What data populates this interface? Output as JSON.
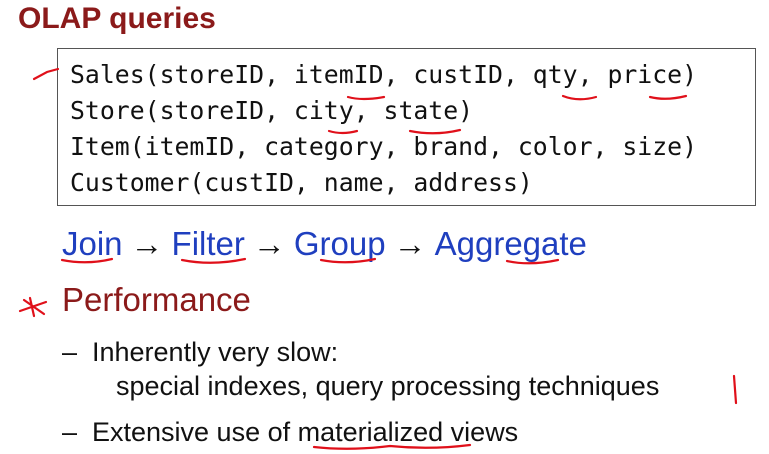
{
  "slide": {
    "title": "OLAP queries",
    "schema": [
      "Sales(storeID, itemID, custID, qty, price)",
      "Store(storeID, city, state)",
      "Item(itemID, category, brand, color, size)",
      "Customer(custID, name, address)"
    ],
    "pipeline": {
      "steps": [
        "Join",
        "Filter",
        "Group",
        "Aggregate"
      ],
      "arrow": "→"
    },
    "performance": {
      "heading": "Performance",
      "dash": "–",
      "bullet1_line1": "Inherently very slow:",
      "bullet1_line2": "special indexes, query processing techniques",
      "bullet2": "Extensive use of materialized views"
    },
    "colors": {
      "title": "#8b1a1a",
      "pipeline": "#1f3fbf",
      "annotation": "#e0101a"
    }
  }
}
